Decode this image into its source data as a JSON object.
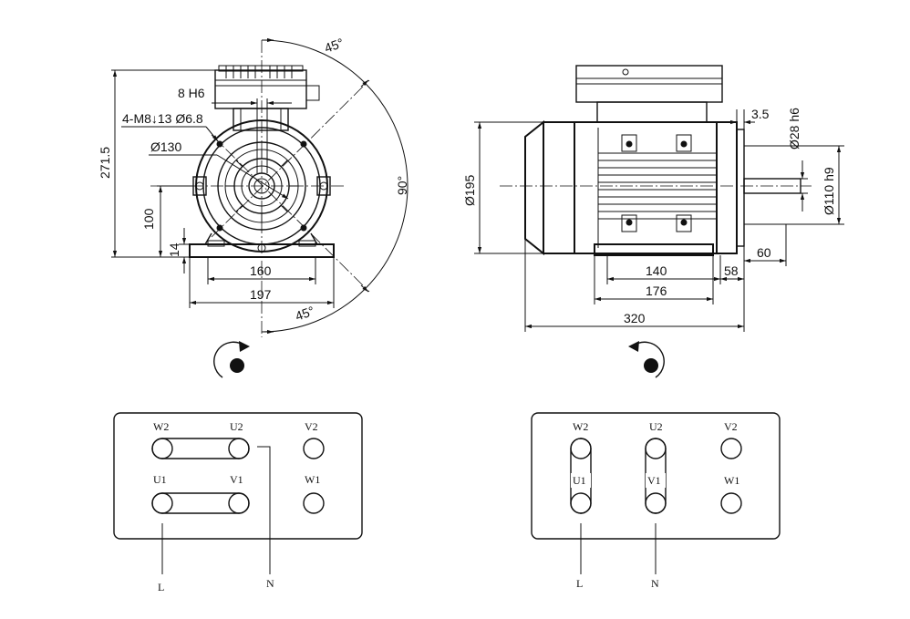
{
  "front_view": {
    "labels": {
      "keyway": "8 H6",
      "holes": "4-M8↓13 Ø6.8",
      "pcd": "Ø130",
      "height_total": "271.5",
      "shaft_height": "100",
      "foot_thickness": "14",
      "hole_span": "160",
      "foot_width": "197",
      "angle_top": "45°",
      "angle_side": "90°",
      "angle_bottom": "45°"
    }
  },
  "side_view": {
    "labels": {
      "body_dia": "Ø195",
      "flange_step": "3.5",
      "shaft_dia": "Ø28 h6",
      "spigot_dia": "Ø110 h9",
      "shaft_length": "60",
      "foot_holes": "140",
      "shaft_offset": "58",
      "foot_length": "176",
      "total_length": "320"
    }
  },
  "rotation": {
    "left": "clockwise-arrow-icon",
    "right": "counterclockwise-arrow-icon"
  },
  "terminal_left": {
    "top_row": [
      "W2",
      "U2",
      "V2"
    ],
    "bottom_row": [
      "U1",
      "V1",
      "W1"
    ],
    "leads": [
      "L",
      "N"
    ]
  },
  "terminal_right": {
    "top_row": [
      "W2",
      "U2",
      "V2"
    ],
    "bottom_row": [
      "U1",
      "V1",
      "W1"
    ],
    "leads": [
      "L",
      "N"
    ]
  }
}
